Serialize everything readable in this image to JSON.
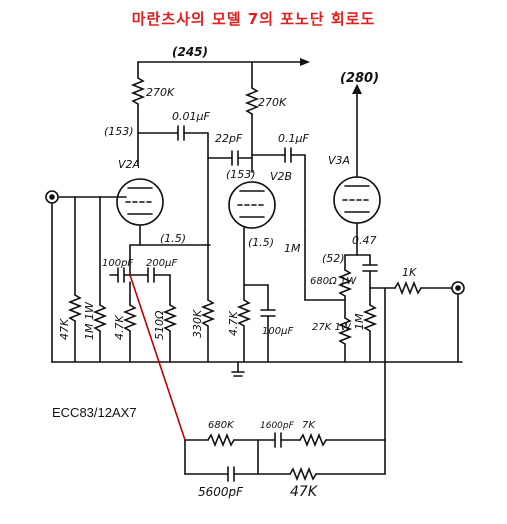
{
  "title": "마란츠사의 모델 7의 포노단 회로도",
  "tube_type": "ECC83/12AX7",
  "voltages": {
    "b_plus_mid": "(245)",
    "b_plus_out": "(280)",
    "plate_v2a": "(153)",
    "plate_v2b": "(153)",
    "cathode_v2a": "(1.5)",
    "cathode_v2b": "(1.5)",
    "cathode_v3a": "(52)"
  },
  "tubes": {
    "v2a": "V2A",
    "v2b": "V2B",
    "v3a": "V3A"
  },
  "components": {
    "r_plate_v2a": "270K",
    "r_plate_v2b": "270K",
    "c_couple_1": "0.01μF",
    "c_fb_22pf": "22pF",
    "c_couple_2": "0.1μF",
    "r_grid_v3a": "1M",
    "c_out": "0.47",
    "r_out": "1K",
    "r_input": "47K",
    "r_1m_1w": "1M 1W",
    "r_4_7k": "4.7K",
    "c_100pf": "100pF",
    "c_200uf": "200μF",
    "r_510": "510Ω",
    "r_330k": "330K",
    "r_4_7k_b": "4.7K",
    "c_100uf": "100μF",
    "r_680_1w": "680Ω 1W",
    "r_27k_1w": "27K 1W",
    "r_1m_out": "1M",
    "r_680k": "680K",
    "c_1600pf": "1600pF",
    "r_7k": "7K",
    "c_5600pf": "5600pF",
    "r_47k_fb": "47K"
  },
  "colors": {
    "title": "#e0201c",
    "feedback_wire": "#c00000",
    "ink": "#111111"
  }
}
